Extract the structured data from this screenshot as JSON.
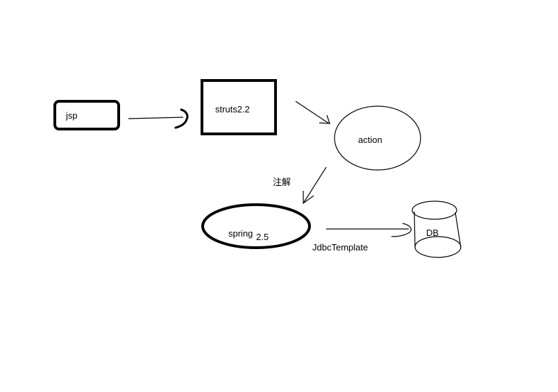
{
  "nodes": {
    "jsp": "jsp",
    "struts": "struts2.2",
    "action": "action",
    "spring": "spring",
    "spring_version": "2.5",
    "db": "DB"
  },
  "edge_labels": {
    "annotation": "注解",
    "jdbc": "JdbcTemplate"
  },
  "colors": {
    "stroke": "#000000",
    "background": "#ffffff"
  }
}
